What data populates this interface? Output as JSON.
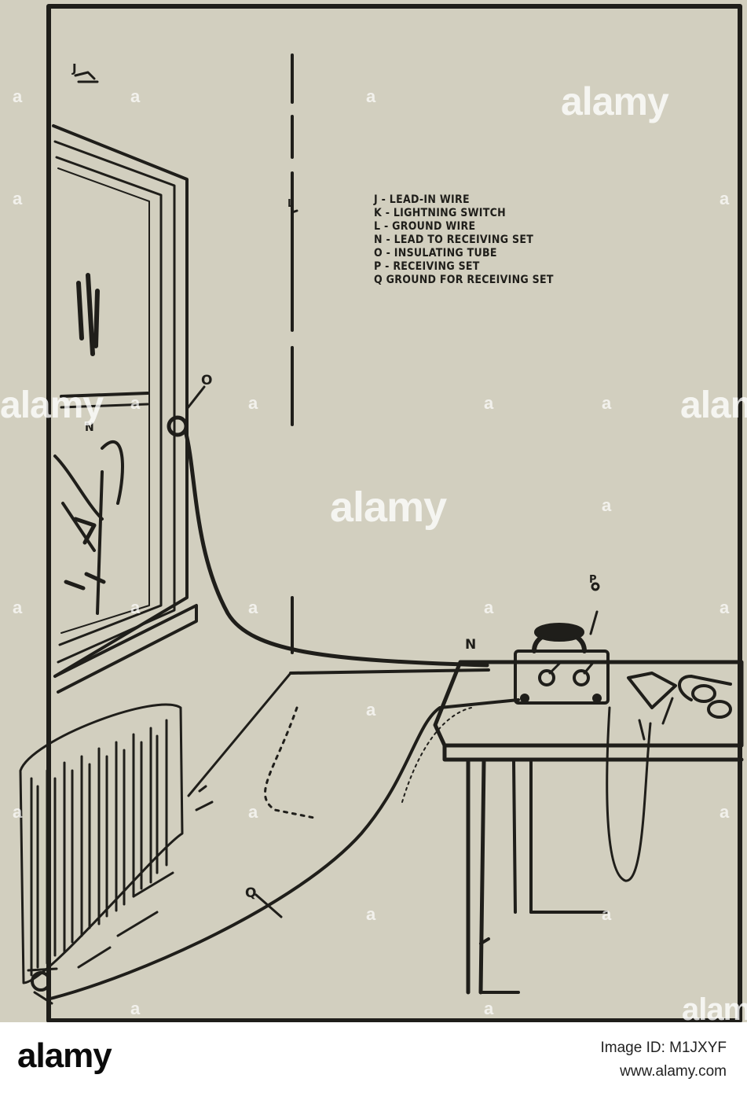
{
  "legend": [
    "J - LEAD-IN WIRE",
    "K - LIGHTNING SWITCH",
    "L - GROUND WIRE",
    "N - LEAD TO RECEIVING SET",
    "O - INSULATING TUBE",
    "P - RECEIVING SET",
    "Q   GROUND FOR RECEIVING SET"
  ],
  "labels": {
    "o_tube": "O",
    "n_window": "N",
    "n_table": "N",
    "q": "Q",
    "j_corner": "J",
    "l_wire": "L",
    "p_set": "P"
  },
  "watermark": {
    "text": "alamy",
    "small": "a"
  },
  "footer": {
    "brand": "alamy",
    "image_id": "Image ID: M1JXYF",
    "site": "www.alamy.com"
  },
  "colors": {
    "paper": "#d2cfbf",
    "ink": "#1f1e1a",
    "footer_bg": "#ffffff"
  }
}
